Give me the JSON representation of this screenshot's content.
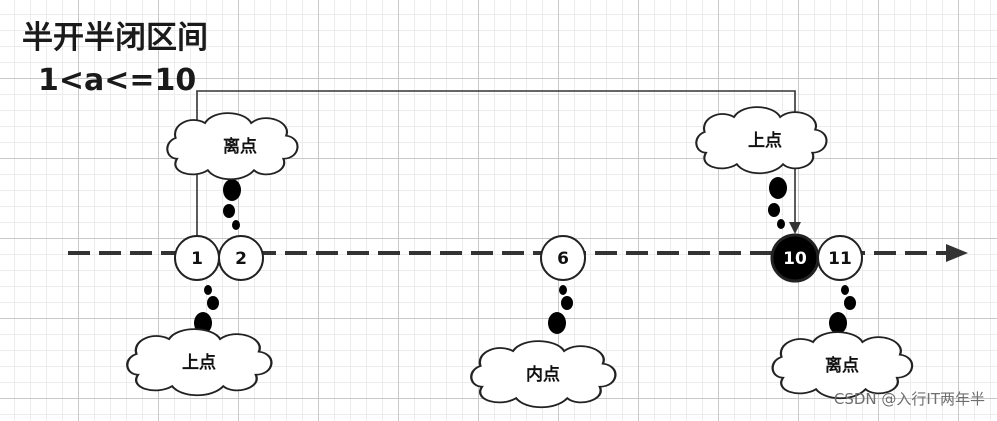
{
  "title": "半开半闭区间",
  "condition": "1<a<=10",
  "nodes": [
    {
      "label": "1",
      "filled": false
    },
    {
      "label": "2",
      "filled": false
    },
    {
      "label": "6",
      "filled": false
    },
    {
      "label": "10",
      "filled": true
    },
    {
      "label": "11",
      "filled": false
    }
  ],
  "callouts": {
    "off_point_left": "离点",
    "on_point_left": "上点",
    "in_point": "内点",
    "on_point_right": "上点",
    "off_point_right": "离点"
  },
  "watermark": "CSDN @入行IT两年半",
  "colors": {
    "line": "#333333",
    "node_fill": "#ffffff",
    "node_filled": "#000000",
    "cloud_fill": "#ffffff"
  }
}
